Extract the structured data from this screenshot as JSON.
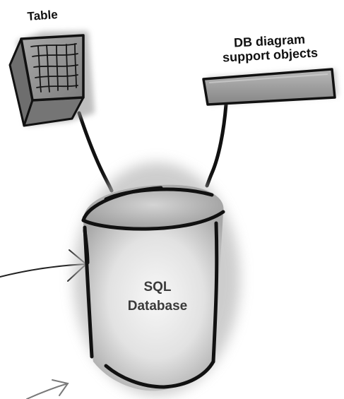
{
  "labels": {
    "table": "Table",
    "support_line1": "DB diagram",
    "support_line2": "support objects",
    "db_line1": "SQL",
    "db_line2": "Database"
  },
  "colors": {
    "ink": "#111111",
    "box_fill": "#9a9a9a",
    "cylinder_fill": "#e6e6e6",
    "shadow": "#c8c8c8",
    "faint_arrow": "#7a7a7a"
  },
  "icons": {
    "table": "table-grid-icon",
    "support": "support-objects-bar-icon",
    "database": "database-cylinder-icon"
  }
}
